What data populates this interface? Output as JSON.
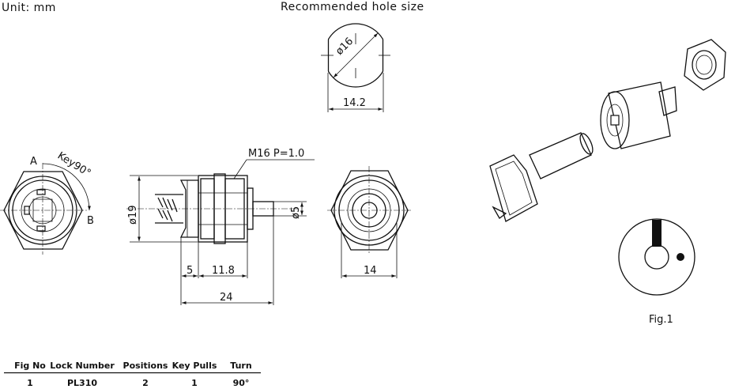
{
  "header": {
    "unit": "Unit:  mm",
    "hole_title": "Recommended  hole  size"
  },
  "hole": {
    "diameter": "ø16",
    "width": "14.2"
  },
  "front_view": {
    "label_a": "A",
    "label_b": "B",
    "key_angle": "Key90°"
  },
  "side_view": {
    "thread": "M16  P=1.0",
    "dia_outer": "ø19",
    "dia_shaft": "ø5",
    "dim_5": "5",
    "dim_11_8": "11.8",
    "dim_24": "24"
  },
  "rear_view": {
    "width": "14"
  },
  "figure": {
    "label": "Fig.1"
  },
  "spec_table": {
    "headers": [
      "Fig  No",
      "Lock  Number",
      "Positions",
      "Key  Pulls",
      "Turn"
    ],
    "rows": [
      [
        "1",
        "PL310",
        "2",
        "1",
        "90°"
      ]
    ]
  }
}
